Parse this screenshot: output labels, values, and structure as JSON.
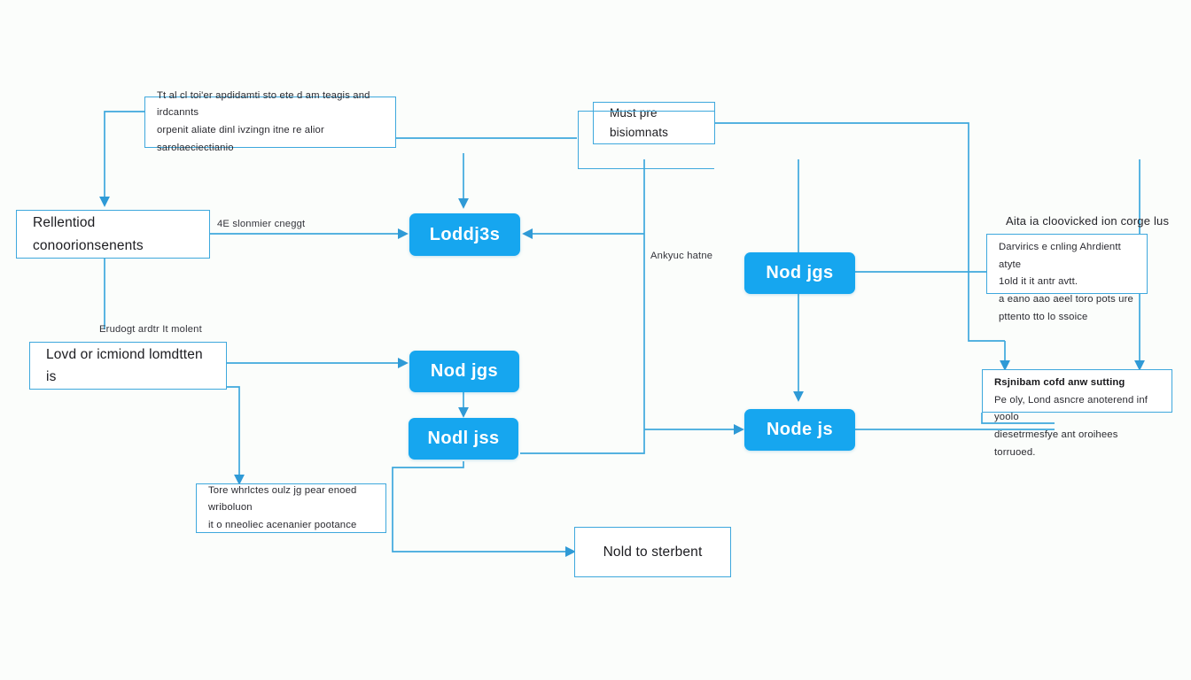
{
  "diagram": {
    "title": "Node.js flow diagram",
    "background_color": "#fbfdfb",
    "accent_color": "#16a6ef",
    "edge_color": "#3ea8dd",
    "node_text_color": "#1c1c20"
  },
  "nodes": {
    "top_left_note": {
      "line1": "Tt al cl toi'er apdidamti sto ete d am teagis and irdcannts",
      "line2": "orpenit aliate dinl ivzingn itne re alior sarolaeciectianio"
    },
    "top_mid_box": {
      "label": "Must pre bisiomnats"
    },
    "left_box_1": {
      "label": "Rellentiod conoorionsenents"
    },
    "left_box_2": {
      "label": "Lovd or icmiond lomdtten is"
    },
    "bottom_left_note": {
      "line1": "Tore whrlctes oulz jg pear enoed wriboluon",
      "line2": "it o nneoliec acenanier pootance"
    },
    "bottom_mid_box": {
      "label": "Nold to sterbent"
    },
    "right_note_top": {
      "line1": "Darvirics e cnling Ahrdientt atyte",
      "line2": "1old  it it antr avtt.",
      "line3": "a eano aao aeel toro pots ure",
      "line4": "pttento tto lo ssoice"
    },
    "right_note_bottom": {
      "line1": "Rsjnibam cofd anw sutting",
      "line2": "Pe oly, Lond asncre anoterend inf yoolo",
      "line3": "diesetrmesfye ant oroihees torruoed."
    },
    "blue_1": {
      "label": "Loddj3s"
    },
    "blue_2": {
      "label": "Nod jgs"
    },
    "blue_3": {
      "label": "Nod jgs"
    },
    "blue_4": {
      "label": "Nodl jss"
    },
    "blue_5": {
      "label": "Node js"
    }
  },
  "edge_labels": {
    "left_to_blue1": "4E slonmier cneggt",
    "above_left_box_2": "Erudogt ardtr It molent",
    "mid_vertical": "Ankyuc hatne",
    "right_note_caption": "Aita ia cloovicked ion corge lus"
  }
}
